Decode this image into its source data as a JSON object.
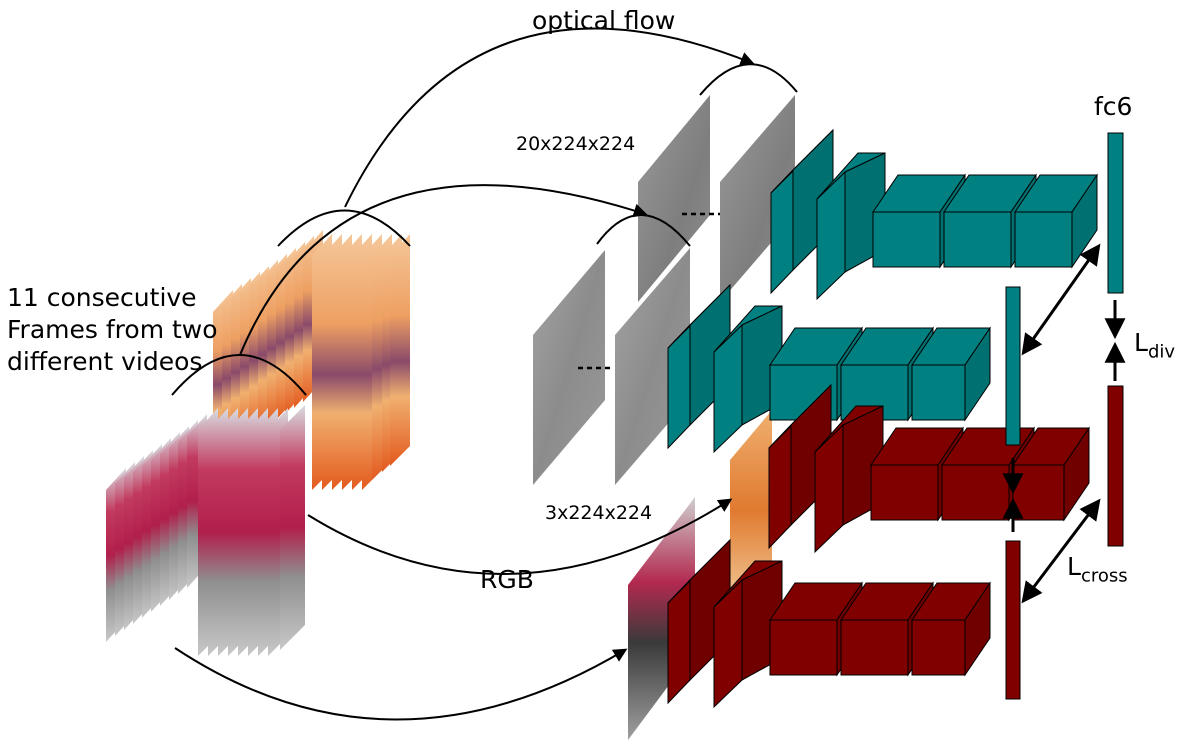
{
  "labels": {
    "optical_flow": "optical flow",
    "flow_dims": "20x224x224",
    "rgb_dims": "3x224x224",
    "rgb": "RGB",
    "fc6": "fc6",
    "frames_text": "11 consecutive Frames from two different videos",
    "l_div_main": "L",
    "l_div_sub": "div",
    "l_cross_main": "L",
    "l_cross_sub": "cross",
    "dots": "- - -"
  },
  "colors": {
    "flow_stream": "#008080",
    "rgb_stream": "#800000",
    "outline": "#000000",
    "flow_frame": "#8a8a8a",
    "frame_orange": "#e98a4a",
    "frame_pink": "#b8244f"
  },
  "streams": [
    {
      "name": "flow-stream-top",
      "color": "teal"
    },
    {
      "name": "flow-stream-mid",
      "color": "teal"
    },
    {
      "name": "rgb-stream-upper",
      "color": "maroon"
    },
    {
      "name": "rgb-stream-lower",
      "color": "maroon"
    }
  ]
}
